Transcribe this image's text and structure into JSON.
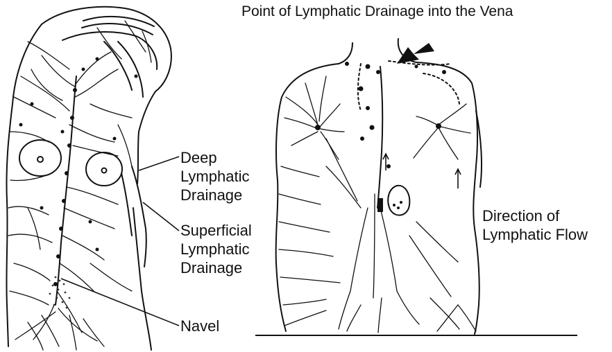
{
  "diagram": {
    "title": "Point of Lymphatic Drainage into the Vena",
    "labels": {
      "deep": [
        "Deep",
        "Lymphatic",
        "Drainage"
      ],
      "superficial": [
        "Superficial",
        "Lymphatic",
        "Drainage"
      ],
      "navel": "Navel",
      "direction": [
        "Direction of",
        "Lymphatic Flow"
      ]
    },
    "figures": {
      "left": "three-quarter female torso with lymphatic network, arm raised",
      "right": "frontal torso with lymph vessels, nodes and drainage arrows"
    },
    "colors": {
      "ink": "#111111",
      "background": "#ffffff"
    }
  }
}
